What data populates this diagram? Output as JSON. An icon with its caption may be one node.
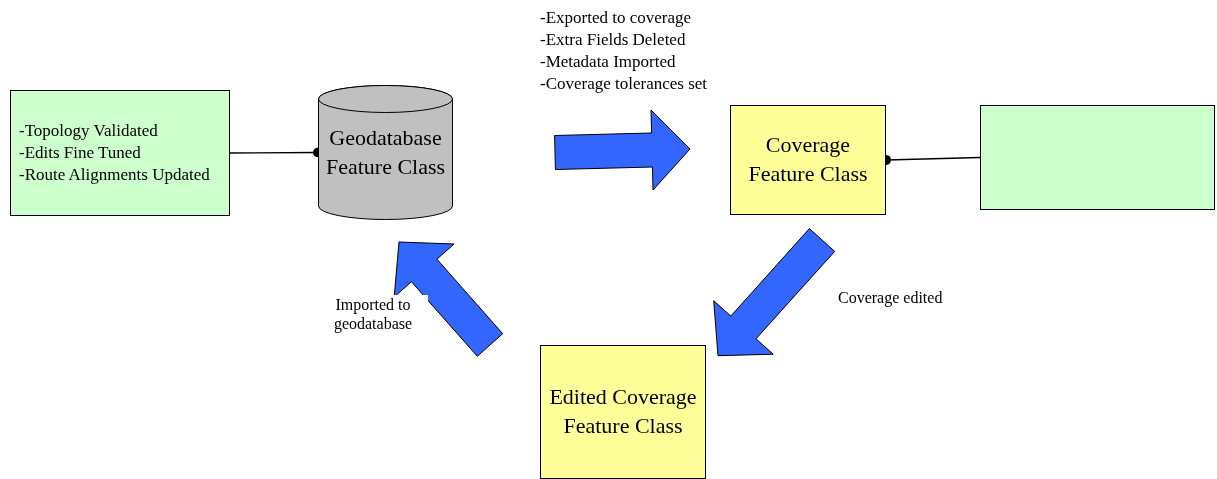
{
  "diagram": {
    "nodes": [
      {
        "text": [
          "-Topology Validated",
          "-Edits Fine Tuned",
          "-Route Alignments Updated"
        ]
      },
      {
        "text": [
          "Geodatabase Feature Class"
        ]
      },
      {
        "text": [
          "Coverage Feature Class"
        ]
      },
      {
        "text": [],
        "shape": "box"
      },
      {
        "text": [
          "Edited Coverage Feature Class"
        ]
      }
    ],
    "edges": [
      {
        "from": 0,
        "to": 1,
        "arrow": "other"
      },
      {
        "from": 3,
        "to": 2,
        "arrow": "other"
      },
      {
        "from": 1,
        "to": 2,
        "arrow": "to",
        "style": "thick",
        "color": "#3366ff"
      },
      {
        "from": 2,
        "to": 4,
        "arrow": "to",
        "style": "thick",
        "color": "#3366ff",
        "label": "Coverage edited"
      },
      {
        "from": 4,
        "to": 1,
        "arrow": "to",
        "style": "thick",
        "color": "#3366ff",
        "label": "Imported to geodatabase"
      }
    ],
    "labels": [
      "-Exported to coverage",
      "-Extra Fields Deleted",
      "-Metadata Imported",
      "-Coverage tolerances set"
    ]
  }
}
